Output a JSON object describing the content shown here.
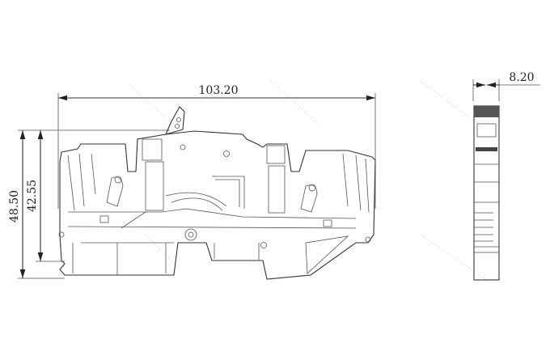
{
  "drawing": {
    "front_view": {
      "width_dimension": "103.20",
      "overall_height_dimension": "48.50",
      "rail_height_dimension": "42.55"
    },
    "side_view": {
      "thickness_dimension": "8.20"
    }
  }
}
